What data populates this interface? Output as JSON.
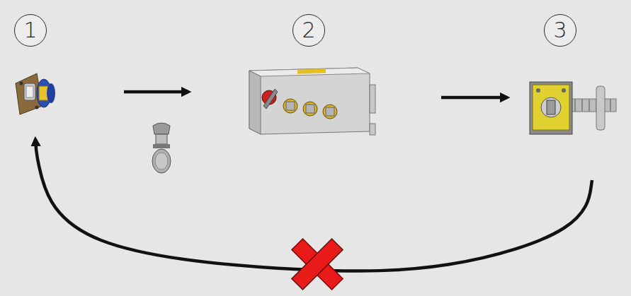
{
  "diagram": {
    "nodes": [
      {
        "text": [
          "1"
        ]
      },
      {
        "text": [
          "2"
        ]
      },
      {
        "text": [
          "3"
        ]
      }
    ],
    "edges": [
      {
        "from": 0,
        "to": 1,
        "arrow": "to"
      },
      {
        "from": 1,
        "to": 2,
        "arrow": "to"
      },
      {
        "from": 2,
        "to": 0,
        "arrow": "to"
      }
    ]
  }
}
